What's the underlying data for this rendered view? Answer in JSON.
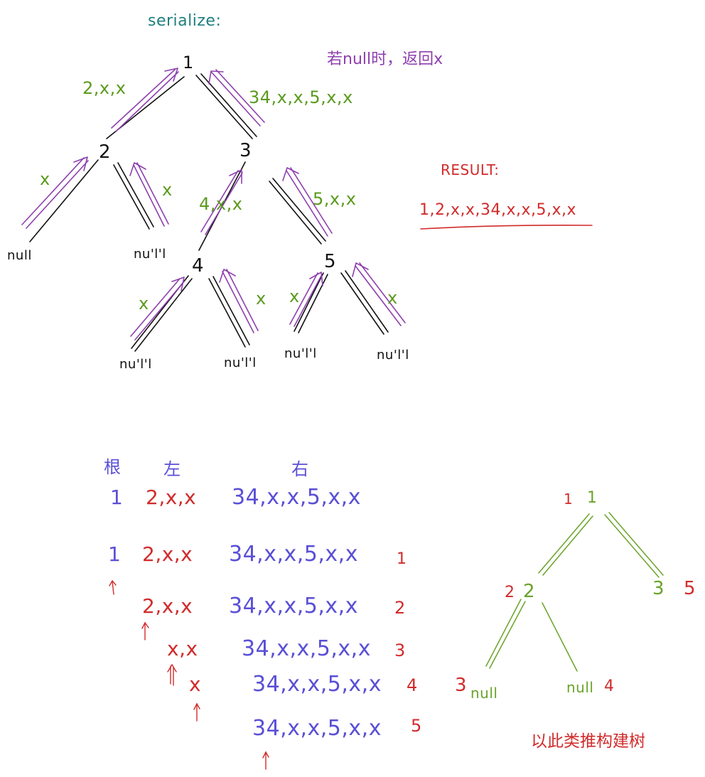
{
  "colors": {
    "teal": "#1f7f7f",
    "purple": "#8e3fae",
    "green": "#5b9a1e",
    "red": "#d22b2b",
    "blue": "#5a4fd6",
    "black": "#111111",
    "tree_green": "#6aa32a"
  },
  "top": {
    "title": "serialize:",
    "note": "若null时，返回x",
    "result_label": "RESULT:",
    "result_value": "1,2,x,x,34,x,x,5,x,x",
    "nodes": {
      "n1": "1",
      "n2": "2",
      "n3": "3",
      "n4": "4",
      "n5": "5"
    },
    "nulls": {
      "null_a": "null",
      "null_b": "nu'l'l",
      "null_c": "nu'l'l",
      "null_d": "nu'l'l",
      "null_e": "nu'l'l",
      "null_f": "nu'l'l"
    },
    "returns": {
      "left_of_root": "2,x,x",
      "right_of_root": "34,x,x,5,x,x",
      "x_a": "x",
      "x_b": "x",
      "from_4": "4,x,x",
      "from_5": "5,x,x",
      "x_c": "x",
      "x_d": "x",
      "x_e": "x",
      "x_f": "x"
    }
  },
  "bottom": {
    "headers": {
      "root": "根",
      "left": "左",
      "right": "右"
    },
    "row0": {
      "root": "1",
      "left": "2,x,x",
      "right": "34,x,x,5,x,x"
    },
    "row1": {
      "lead": "1",
      "left": "2,x,x",
      "right": "34,x,x,5,x,x",
      "step": "1"
    },
    "row2": {
      "left": "2,x,x",
      "right": "34,x,x,5,x,x",
      "step": "2"
    },
    "row3": {
      "left": "x,x",
      "right": "34,x,x,5,x,x",
      "step": "3"
    },
    "row4": {
      "left": "x",
      "right": "34,x,x,5,x,x",
      "step": "4"
    },
    "row5": {
      "right": "34,x,x,5,x,x",
      "step": "5"
    },
    "tree": {
      "red1": "1",
      "root": "1",
      "red2": "2",
      "node2": "2",
      "node3": "3",
      "red5": "5",
      "red3": "3",
      "null_left": "null",
      "null_right": "null",
      "red4": "4"
    },
    "caption": "以此类推构建树"
  }
}
